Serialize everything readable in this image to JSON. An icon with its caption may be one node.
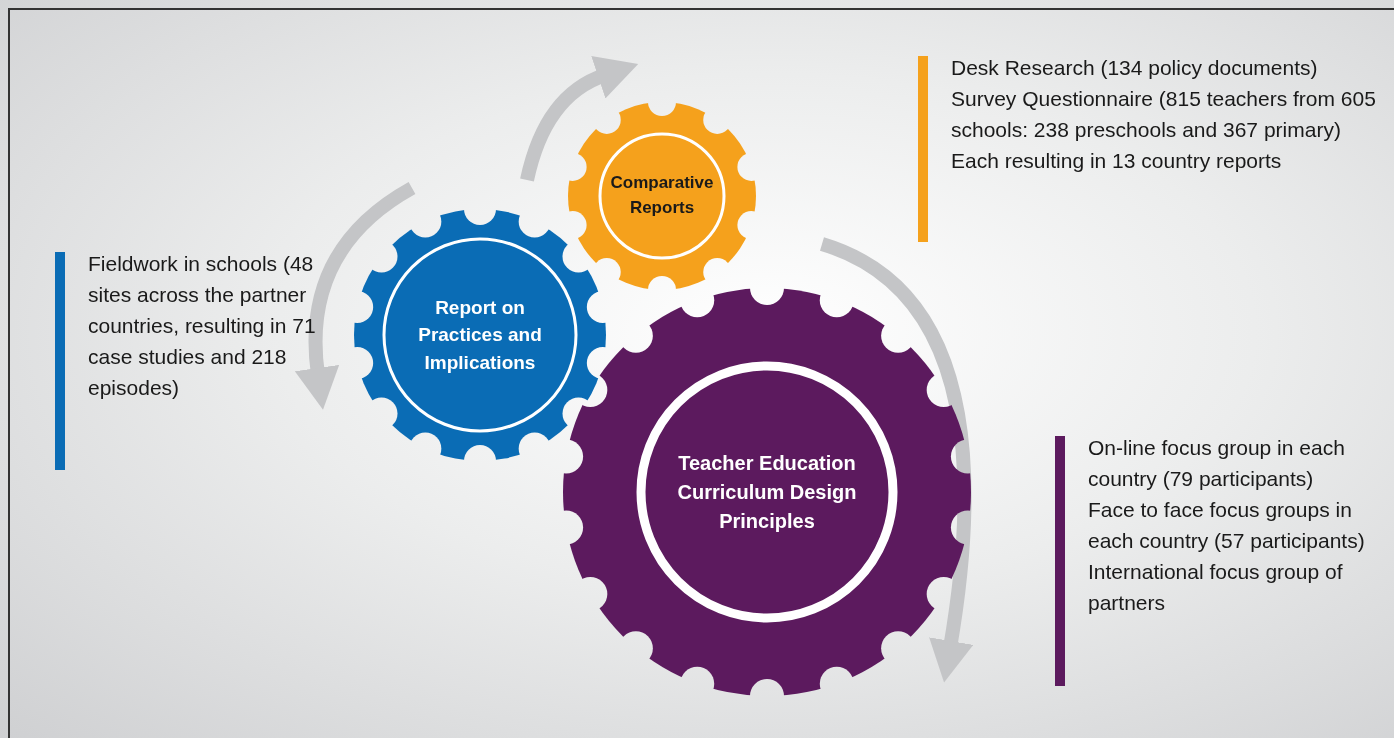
{
  "diagram": {
    "nodes": [
      {
        "text": [
          "Comparative Reports"
        ]
      },
      {
        "text": [
          "Report on Practices and Implications"
        ]
      },
      {
        "text": [
          "Teacher Education Curriculum Design Principles"
        ]
      }
    ],
    "labels": [
      "Desk Research (134 policy documents)",
      "Survey Questionnaire (815 teachers from 605 schools: 238 preschools and 367 primary)",
      "Each resulting in 13 country reports",
      "Fieldwork in schools (48 sites across the partner countries, resulting in 71 case studies and 218 episodes)",
      "On-line focus group in each country (79 participants)",
      "Face to face focus groups in each country (57 participants)",
      "International focus group of partners"
    ]
  }
}
